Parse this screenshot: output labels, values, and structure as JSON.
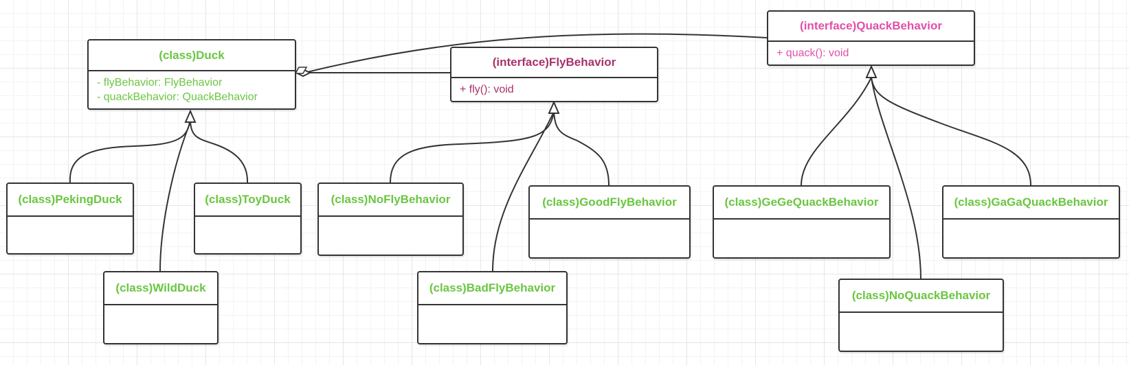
{
  "colors": {
    "class": "#6ac641",
    "fly_interface": "#a8326a",
    "quack_interface": "#e24fa8",
    "border": "#333333"
  },
  "classes": {
    "duck": {
      "title": "(class)Duck",
      "fields": [
        "- flyBehavior: FlyBehavior",
        "- quackBehavior: QuackBehavior"
      ]
    },
    "fly_behavior": {
      "title": "(interface)FlyBehavior",
      "methods": [
        "+ fly(): void"
      ]
    },
    "quack_behavior": {
      "title": "(interface)QuackBehavior",
      "methods": [
        "+ quack(): void"
      ]
    },
    "peking_duck": {
      "title": "(class)PekingDuck"
    },
    "toy_duck": {
      "title": "(class)ToyDuck"
    },
    "wild_duck": {
      "title": "(class)WildDuck"
    },
    "no_fly_behavior": {
      "title": "(class)NoFlyBehavior"
    },
    "good_fly_behavior": {
      "title": "(class)GoodFlyBehavior"
    },
    "bad_fly_behavior": {
      "title": "(class)BadFlyBehavior"
    },
    "gege_quack_behavior": {
      "title": "(class)GeGeQuackBehavior"
    },
    "gaga_quack_behavior": {
      "title": "(class)GaGaQuackBehavior"
    },
    "no_quack_behavior": {
      "title": "(class)NoQuackBehavior"
    }
  },
  "relations": [
    {
      "type": "aggregation",
      "from": "Duck",
      "to": "FlyBehavior"
    },
    {
      "type": "aggregation",
      "from": "Duck",
      "to": "QuackBehavior"
    },
    {
      "type": "inheritance",
      "from": "PekingDuck",
      "to": "Duck"
    },
    {
      "type": "inheritance",
      "from": "ToyDuck",
      "to": "Duck"
    },
    {
      "type": "inheritance",
      "from": "WildDuck",
      "to": "Duck"
    },
    {
      "type": "realization",
      "from": "NoFlyBehavior",
      "to": "FlyBehavior"
    },
    {
      "type": "realization",
      "from": "GoodFlyBehavior",
      "to": "FlyBehavior"
    },
    {
      "type": "realization",
      "from": "BadFlyBehavior",
      "to": "FlyBehavior"
    },
    {
      "type": "realization",
      "from": "GeGeQuackBehavior",
      "to": "QuackBehavior"
    },
    {
      "type": "realization",
      "from": "GaGaQuackBehavior",
      "to": "QuackBehavior"
    },
    {
      "type": "realization",
      "from": "NoQuackBehavior",
      "to": "QuackBehavior"
    }
  ]
}
